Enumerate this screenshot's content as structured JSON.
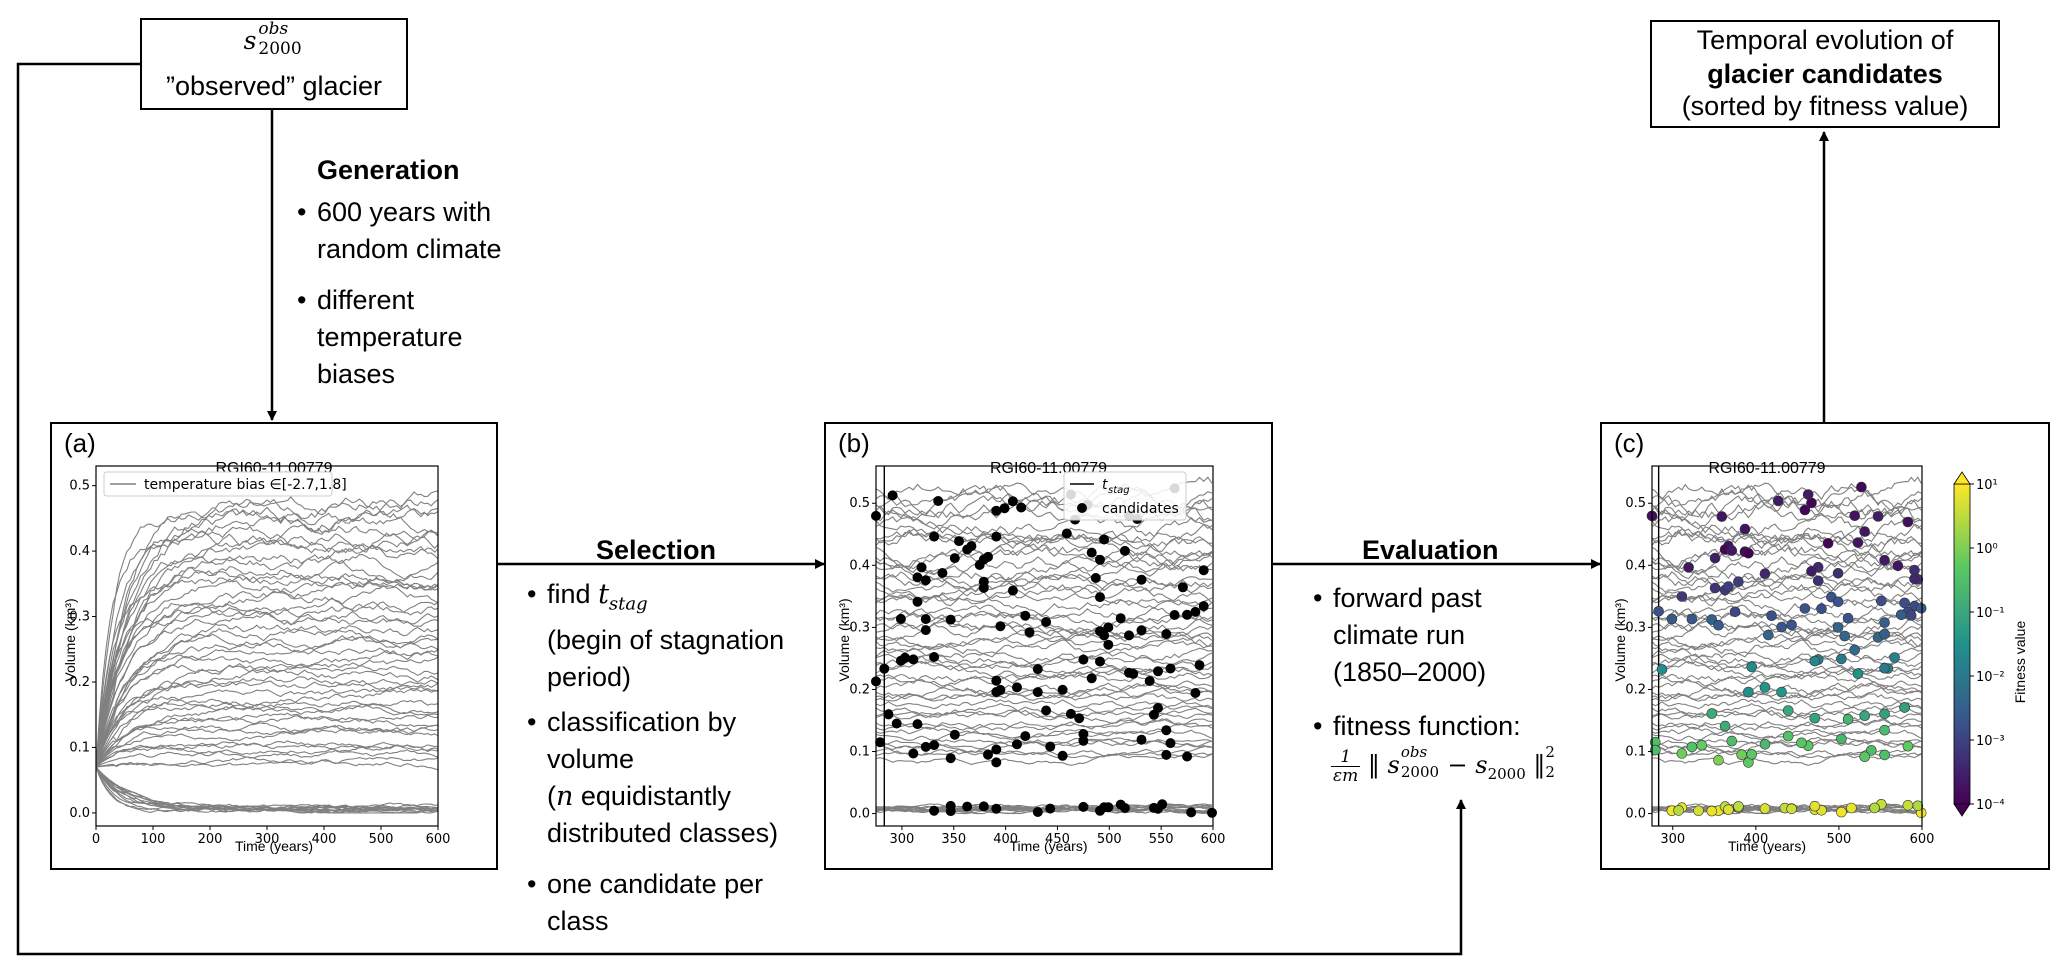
{
  "observed": {
    "symbol_base": "s",
    "symbol_sup": "obs",
    "symbol_sub": "2000",
    "label": "”observed” glacier"
  },
  "output": {
    "line1": "Temporal evolution of",
    "line2": "glacier candidates",
    "line3": "(sorted by fitness value)"
  },
  "generation": {
    "title": "Generation",
    "bullets": [
      [
        "600 years with",
        "random climate"
      ],
      [
        "different",
        "temperature",
        "biases"
      ]
    ]
  },
  "selection": {
    "title": "Selection",
    "b1_prefix": "find",
    "b1_math": "t",
    "b1_math_sub": "stag",
    "b1_lines": [
      "(begin of stagnation",
      "period)"
    ],
    "b2_lines": [
      "classification by",
      "volume"
    ],
    "b2_math": "n",
    "b2_after": " equidistantly",
    "b2_last": "distributed classes)",
    "b3_lines": [
      "one candidate per",
      "class"
    ]
  },
  "evaluation": {
    "title": "Evaluation",
    "b1_lines": [
      "forward past",
      "climate run",
      "(1850–2000)"
    ],
    "b2_line": "fitness function:",
    "formula": {
      "frac_num": "1",
      "frac_den": "εm",
      "norm": "‖",
      "minus": "−",
      "sub_exp": "2",
      "sup_exp": "2"
    }
  },
  "panels": {
    "a": {
      "label": "(a)",
      "title": "RGI60-11.00779",
      "ylabel": "Volume (km³)",
      "xlabel": "Time (years)",
      "legend": "temperature bias ∈[-2.7,1.8]",
      "xticks": [
        "0",
        "100",
        "200",
        "300",
        "400",
        "500",
        "600"
      ],
      "yticks": [
        "0.0",
        "0.1",
        "0.2",
        "0.3",
        "0.4",
        "0.5"
      ]
    },
    "b": {
      "label": "(b)",
      "title": "RGI60-11.00779",
      "ylabel": "Volume (km³)",
      "xlabel": "Time (years)",
      "legend_line": "t",
      "legend_line_sub": "stag",
      "legend_dot": "candidates",
      "xticks": [
        "300",
        "350",
        "400",
        "450",
        "500",
        "550",
        "600"
      ],
      "yticks": [
        "0.0",
        "0.1",
        "0.2",
        "0.3",
        "0.4",
        "0.5"
      ]
    },
    "c": {
      "label": "(c)",
      "title": "RGI60-11.00779",
      "ylabel": "Volume (km³)",
      "xlabel": "Time (years)",
      "cbar_label": "Fitness value",
      "cbar_ticks": [
        "10¹",
        "10⁰",
        "10⁻¹",
        "10⁻²",
        "10⁻³",
        "10⁻⁴"
      ],
      "xticks": [
        "300",
        "400",
        "500",
        "600"
      ],
      "yticks": [
        "0.0",
        "0.1",
        "0.2",
        "0.3",
        "0.4",
        "0.5"
      ]
    }
  },
  "chart_data": [
    {
      "type": "line",
      "title": "RGI60-11.00779",
      "xlabel": "Time (years)",
      "ylabel": "Volume (km³)",
      "xlim": [
        0,
        600
      ],
      "ylim": [
        -0.02,
        0.53
      ],
      "n_series": 60,
      "start_value": 0.07,
      "legend": "temperature bias ∈[-2.7,1.8]",
      "color": "#808080"
    },
    {
      "type": "scatter",
      "title": "RGI60-11.00779",
      "xlabel": "Time (years)",
      "ylabel": "Volume (km³)",
      "xlim": [
        275,
        600
      ],
      "ylim": [
        -0.02,
        0.56
      ],
      "t_stag": 283,
      "n_candidates": 130,
      "color": "#000000"
    },
    {
      "type": "scatter",
      "title": "RGI60-11.00779",
      "xlabel": "Time (years)",
      "ylabel": "Volume (km³)",
      "xlim": [
        275,
        600
      ],
      "ylim": [
        -0.02,
        0.56
      ],
      "colorbar": "Fitness value",
      "colormap": "viridis",
      "colorbar_range": [
        0.0001,
        10
      ]
    }
  ]
}
